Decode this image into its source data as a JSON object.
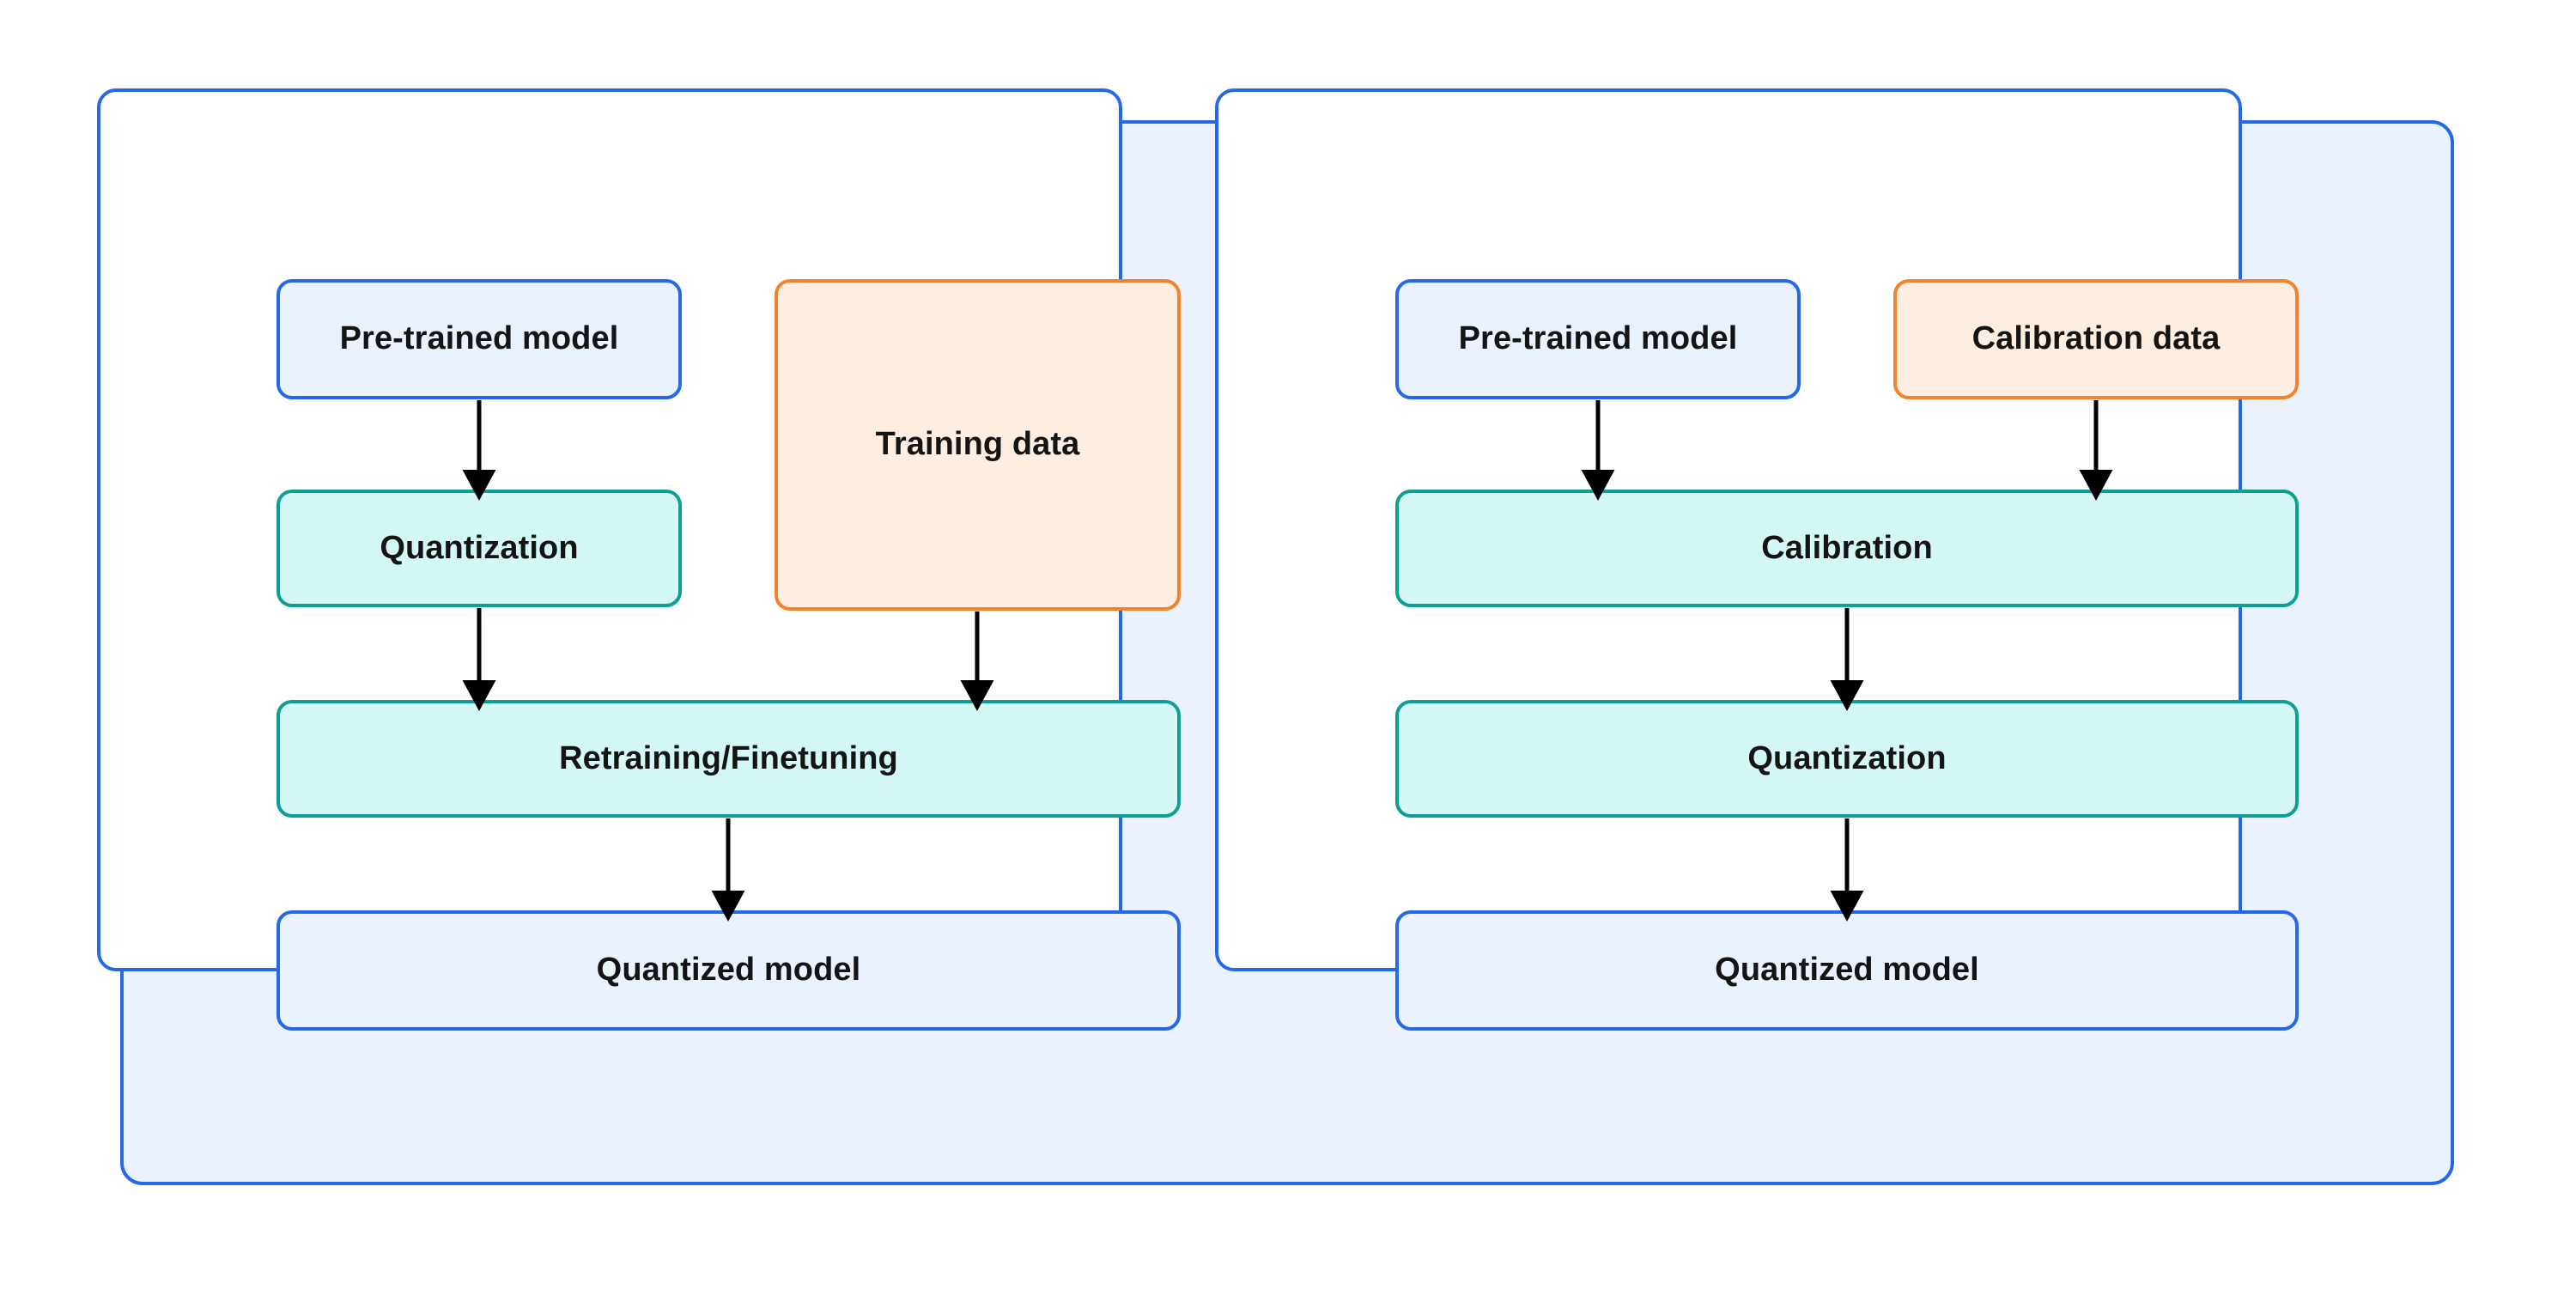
{
  "diagram": {
    "title_present": false,
    "colors": {
      "outer_panel_fill": "#eaf2fe",
      "outer_panel_border": "#2569e8",
      "subpanel_fill": "#ffffff",
      "subpanel_border": "#2569e8",
      "model_box_fill": "#eaf2fe",
      "model_box_border": "#2569e8",
      "process_box_fill": "#d3f8f6",
      "process_box_border": "#0d9e96",
      "data_box_fill": "#fdeee1",
      "data_box_border": "#f2832c",
      "arrow_color": "#000000",
      "text_color": "#141414",
      "page_background": "#ffffff"
    },
    "panels": [
      {
        "id": "quantization-aware-training",
        "nodes": [
          {
            "id": "pre-trained-model",
            "label": "Pre-trained model",
            "style": "blue"
          },
          {
            "id": "training-data",
            "label": "Training data",
            "style": "orange"
          },
          {
            "id": "quantization",
            "label": "Quantization",
            "style": "teal"
          },
          {
            "id": "retraining-finetuning",
            "label": "Retraining/Finetuning",
            "style": "teal"
          },
          {
            "id": "quantized-model",
            "label": "Quantized model",
            "style": "blue"
          }
        ],
        "edges": [
          {
            "from": "pre-trained-model",
            "to": "quantization"
          },
          {
            "from": "quantization",
            "to": "retraining-finetuning"
          },
          {
            "from": "training-data",
            "to": "retraining-finetuning"
          },
          {
            "from": "retraining-finetuning",
            "to": "quantized-model"
          }
        ]
      },
      {
        "id": "post-training-quantization",
        "nodes": [
          {
            "id": "pre-trained-model-2",
            "label": "Pre-trained model",
            "style": "blue"
          },
          {
            "id": "calibration-data",
            "label": "Calibration data",
            "style": "orange"
          },
          {
            "id": "calibration",
            "label": "Calibration",
            "style": "teal"
          },
          {
            "id": "quantization-2",
            "label": "Quantization",
            "style": "teal"
          },
          {
            "id": "quantized-model-2",
            "label": "Quantized model",
            "style": "blue"
          }
        ],
        "edges": [
          {
            "from": "pre-trained-model-2",
            "to": "calibration"
          },
          {
            "from": "calibration-data",
            "to": "calibration"
          },
          {
            "from": "calibration",
            "to": "quantization-2"
          },
          {
            "from": "quantization-2",
            "to": "quantized-model-2"
          }
        ]
      }
    ]
  }
}
